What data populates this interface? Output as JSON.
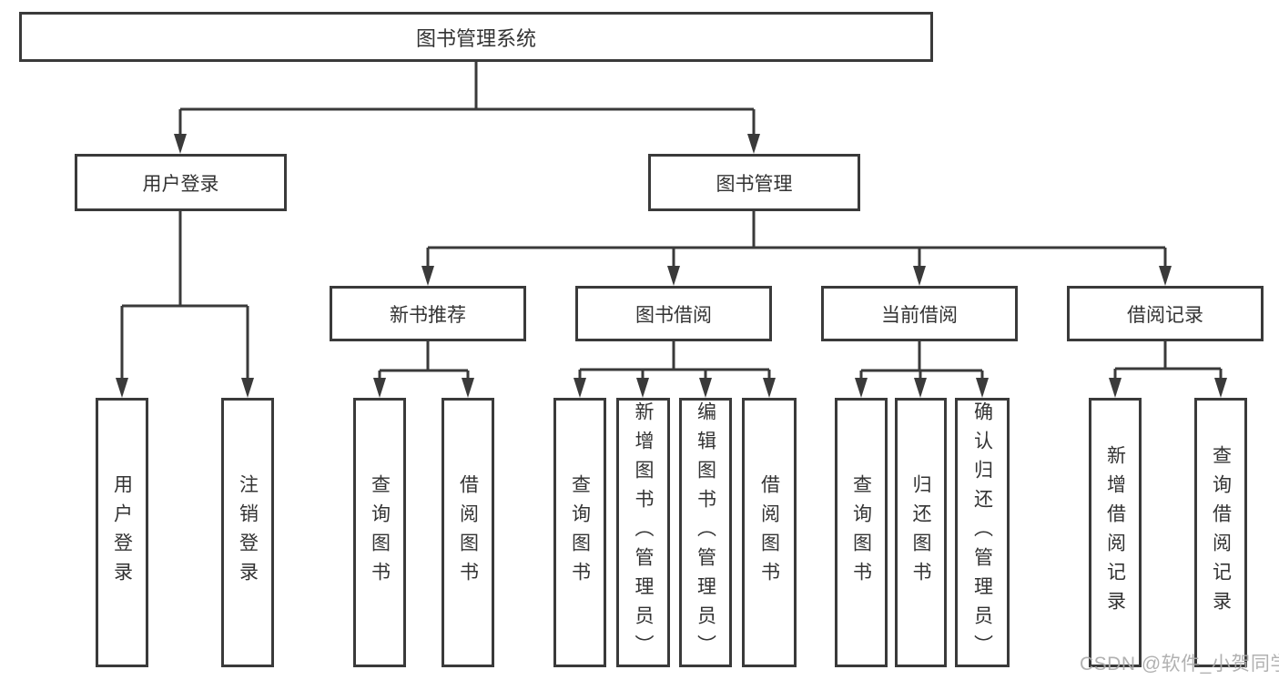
{
  "diagram_title": "图书管理系统",
  "tree": {
    "root": {
      "label": "图书管理系统"
    },
    "children": [
      {
        "label": "用户登录",
        "children": [
          {
            "label": "用户登录"
          },
          {
            "label": "注销登录"
          }
        ]
      },
      {
        "label": "图书管理",
        "children": [
          {
            "label": "新书推荐",
            "children": [
              {
                "label": "查询图书"
              },
              {
                "label": "借阅图书"
              }
            ]
          },
          {
            "label": "图书借阅",
            "children": [
              {
                "label": "查询图书"
              },
              {
                "label": "新增图书（管理员）"
              },
              {
                "label": "编辑图书（管理员）"
              },
              {
                "label": "借阅图书"
              }
            ]
          },
          {
            "label": "当前借阅",
            "children": [
              {
                "label": "查询图书"
              },
              {
                "label": "归还图书"
              },
              {
                "label": "确认归还（管理员）"
              }
            ]
          },
          {
            "label": "借阅记录",
            "children": [
              {
                "label": "新增借阅记录"
              },
              {
                "label": "查询借阅记录"
              }
            ]
          }
        ]
      }
    ]
  },
  "watermark": {
    "text": "CSDN @软件_小贺同学",
    "color": "#aaaaaa"
  },
  "colors": {
    "line": "#3a3a3a",
    "box_border": "#3a3a3a",
    "text": "#333333",
    "background": "#ffffff"
  }
}
